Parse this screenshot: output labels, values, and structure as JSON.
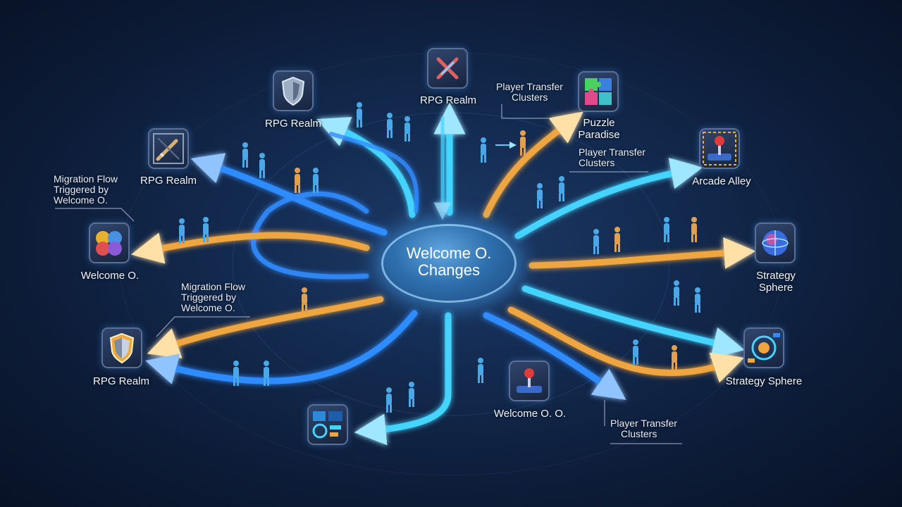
{
  "hub": {
    "line1": "Welcome O.",
    "line2": "Changes"
  },
  "nodes": {
    "rpg_realm_top": {
      "label": "RPG Realm",
      "icon": "crossed-swords-icon"
    },
    "rpg_realm_upper_left": {
      "label": "RPG Realm",
      "icon": "shield-icon"
    },
    "rpg_realm_left": {
      "label": "RPG Realm",
      "icon": "sword-icon"
    },
    "welcome_o_left": {
      "label": "Welcome O.",
      "icon": "puzzle-brain-icon"
    },
    "rpg_realm_bottom_left": {
      "label": "RPG Realm",
      "icon": "shield-icon"
    },
    "puzzle_paradise": {
      "line1": "Puzzle",
      "line2": "Paradise",
      "icon": "puzzle-icon"
    },
    "arcade_alley": {
      "label": "Arcade Alley",
      "icon": "joystick-icon"
    },
    "strategy_sphere_right": {
      "line1": "Strategy",
      "line2": "Sphere",
      "icon": "globe-icon"
    },
    "strategy_sphere_bottom_right": {
      "label": "Strategy Sphere",
      "icon": "target-icon"
    },
    "welcome_o_o": {
      "label": "Welcome O. O.",
      "icon": "joystick-icon"
    },
    "dashboard_bottom": {
      "icon": "dashboard-icon"
    }
  },
  "annotations": {
    "cluster_top": {
      "line1": "Player Transfer",
      "line2": "Clusters"
    },
    "cluster_right": {
      "line1": "Player Transfer",
      "line2": "Clusters"
    },
    "cluster_bottom": {
      "line1": "Player Transfer",
      "line2": "Clusters"
    },
    "migration_left": {
      "line1": "Migration Flow",
      "line2": "Triggered by",
      "line3": "Welcome O."
    },
    "migration_mid": {
      "line1": "Migration Flow",
      "line2": "Triggered by",
      "line3": "Welcome O."
    }
  },
  "colors": {
    "background": "#0d1a33",
    "flow_blue": "#2f8cff",
    "flow_cyan": "#45d4ff",
    "flow_orange": "#f0a640",
    "hub": "#3a7fc0",
    "person_blue": "#4aa8e8",
    "person_orange": "#e0a050"
  }
}
